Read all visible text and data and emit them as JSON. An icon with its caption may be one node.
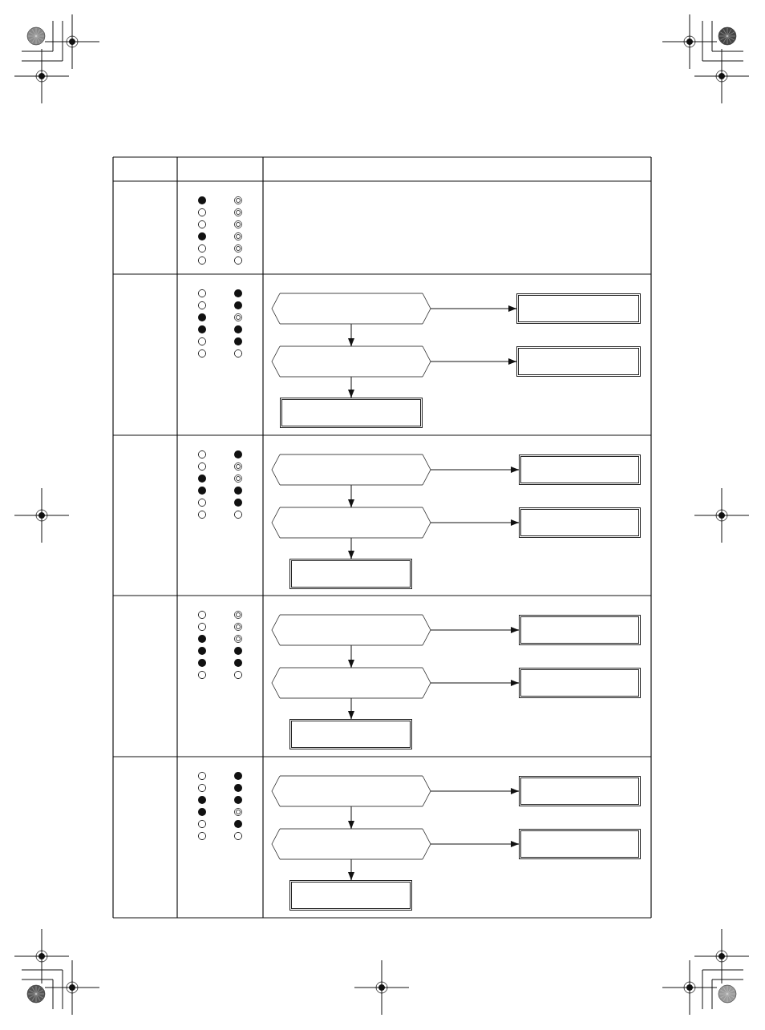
{
  "diagram": {
    "nodes": [
      {
        "text": [],
        "shape": "hexagon"
      },
      {
        "text": [],
        "shape": "box"
      },
      {
        "text": [],
        "shape": "hexagon"
      },
      {
        "text": [],
        "shape": "box"
      },
      {
        "text": [],
        "shape": "box"
      },
      {
        "text": [],
        "shape": "hexagon"
      },
      {
        "text": [],
        "shape": "box"
      },
      {
        "text": [],
        "shape": "hexagon"
      },
      {
        "text": [],
        "shape": "box"
      },
      {
        "text": [],
        "shape": "box"
      },
      {
        "text": [],
        "shape": "hexagon"
      },
      {
        "text": [],
        "shape": "box"
      },
      {
        "text": [],
        "shape": "hexagon"
      },
      {
        "text": [],
        "shape": "box"
      },
      {
        "text": [],
        "shape": "box"
      },
      {
        "text": [],
        "shape": "hexagon"
      },
      {
        "text": [],
        "shape": "box"
      },
      {
        "text": [],
        "shape": "hexagon"
      },
      {
        "text": [],
        "shape": "box"
      },
      {
        "text": [],
        "shape": "box"
      }
    ],
    "edges": [
      {
        "from": 0,
        "to": 1,
        "arrow": "to"
      },
      {
        "from": 0,
        "to": 2,
        "arrow": "to"
      },
      {
        "from": 2,
        "to": 3,
        "arrow": "to"
      },
      {
        "from": 2,
        "to": 4,
        "arrow": "to"
      },
      {
        "from": 5,
        "to": 6,
        "arrow": "to"
      },
      {
        "from": 5,
        "to": 7,
        "arrow": "to"
      },
      {
        "from": 7,
        "to": 8,
        "arrow": "to"
      },
      {
        "from": 7,
        "to": 9,
        "arrow": "to"
      },
      {
        "from": 10,
        "to": 11,
        "arrow": "to"
      },
      {
        "from": 10,
        "to": 12,
        "arrow": "to"
      },
      {
        "from": 12,
        "to": 13,
        "arrow": "to"
      },
      {
        "from": 12,
        "to": 14,
        "arrow": "to"
      },
      {
        "from": 15,
        "to": 16,
        "arrow": "to"
      },
      {
        "from": 15,
        "to": 17,
        "arrow": "to"
      },
      {
        "from": 17,
        "to": 18,
        "arrow": "to"
      },
      {
        "from": 17,
        "to": 19,
        "arrow": "to"
      }
    ]
  }
}
